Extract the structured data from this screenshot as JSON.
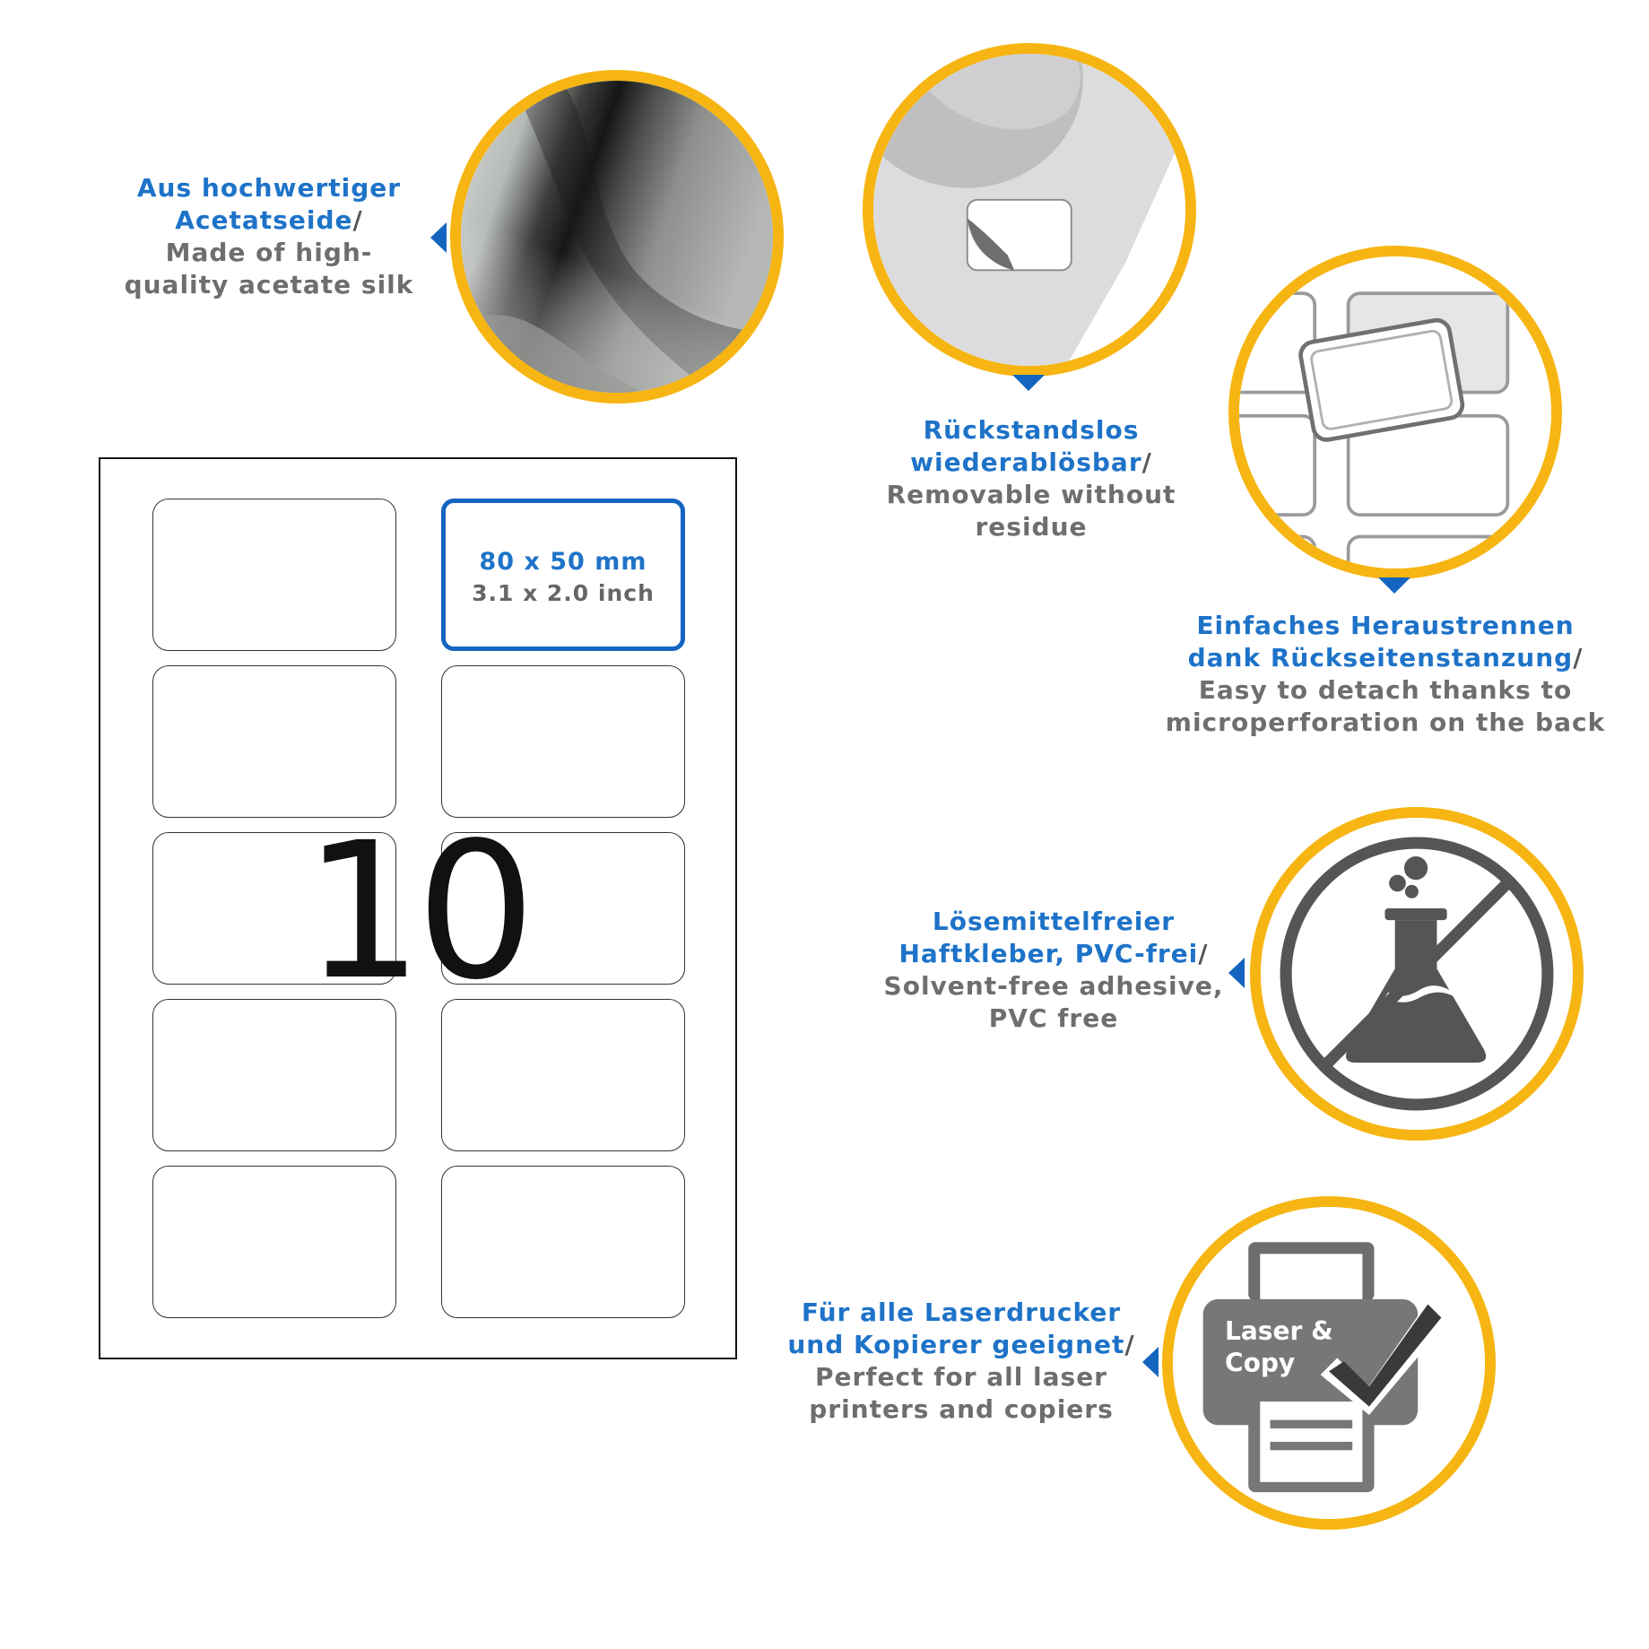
{
  "features": [
    {
      "de": "Aus hochwertiger Acetatseide",
      "en": "Made of high-quality acetate silk",
      "icon": "silk-fabric-icon"
    },
    {
      "de": "Rückstandslos wiederablösbar",
      "en": "Removable without residue",
      "icon": "tshirt-label-icon"
    },
    {
      "de": "Einfaches Heraustrennen dank Rückseitenstanzung",
      "en": "Easy to detach thanks to microperforation on the back",
      "icon": "perforated-labels-icon"
    },
    {
      "de": "Lösemittelfreier Haftkleber, PVC-frei",
      "en": "Solvent-free adhesive, PVC free",
      "icon": "no-chemicals-icon"
    },
    {
      "de": "Für alle Laserdrucker und Kopierer geeignet",
      "en": "Perfect for all laser printers and copiers",
      "icon": "laser-printer-icon"
    }
  ],
  "sheet": {
    "count": "10",
    "label_size_mm": "80 x 50 mm",
    "label_size_inch": "3.1 x 2.0 inch"
  },
  "printer_icon": {
    "line1": "Laser &",
    "line2": "Copy"
  },
  "colors": {
    "ring": "#F6B512",
    "blue_text": "#1E73C8",
    "grey_text": "#6E6E6E",
    "pointer": "#1565C0"
  }
}
